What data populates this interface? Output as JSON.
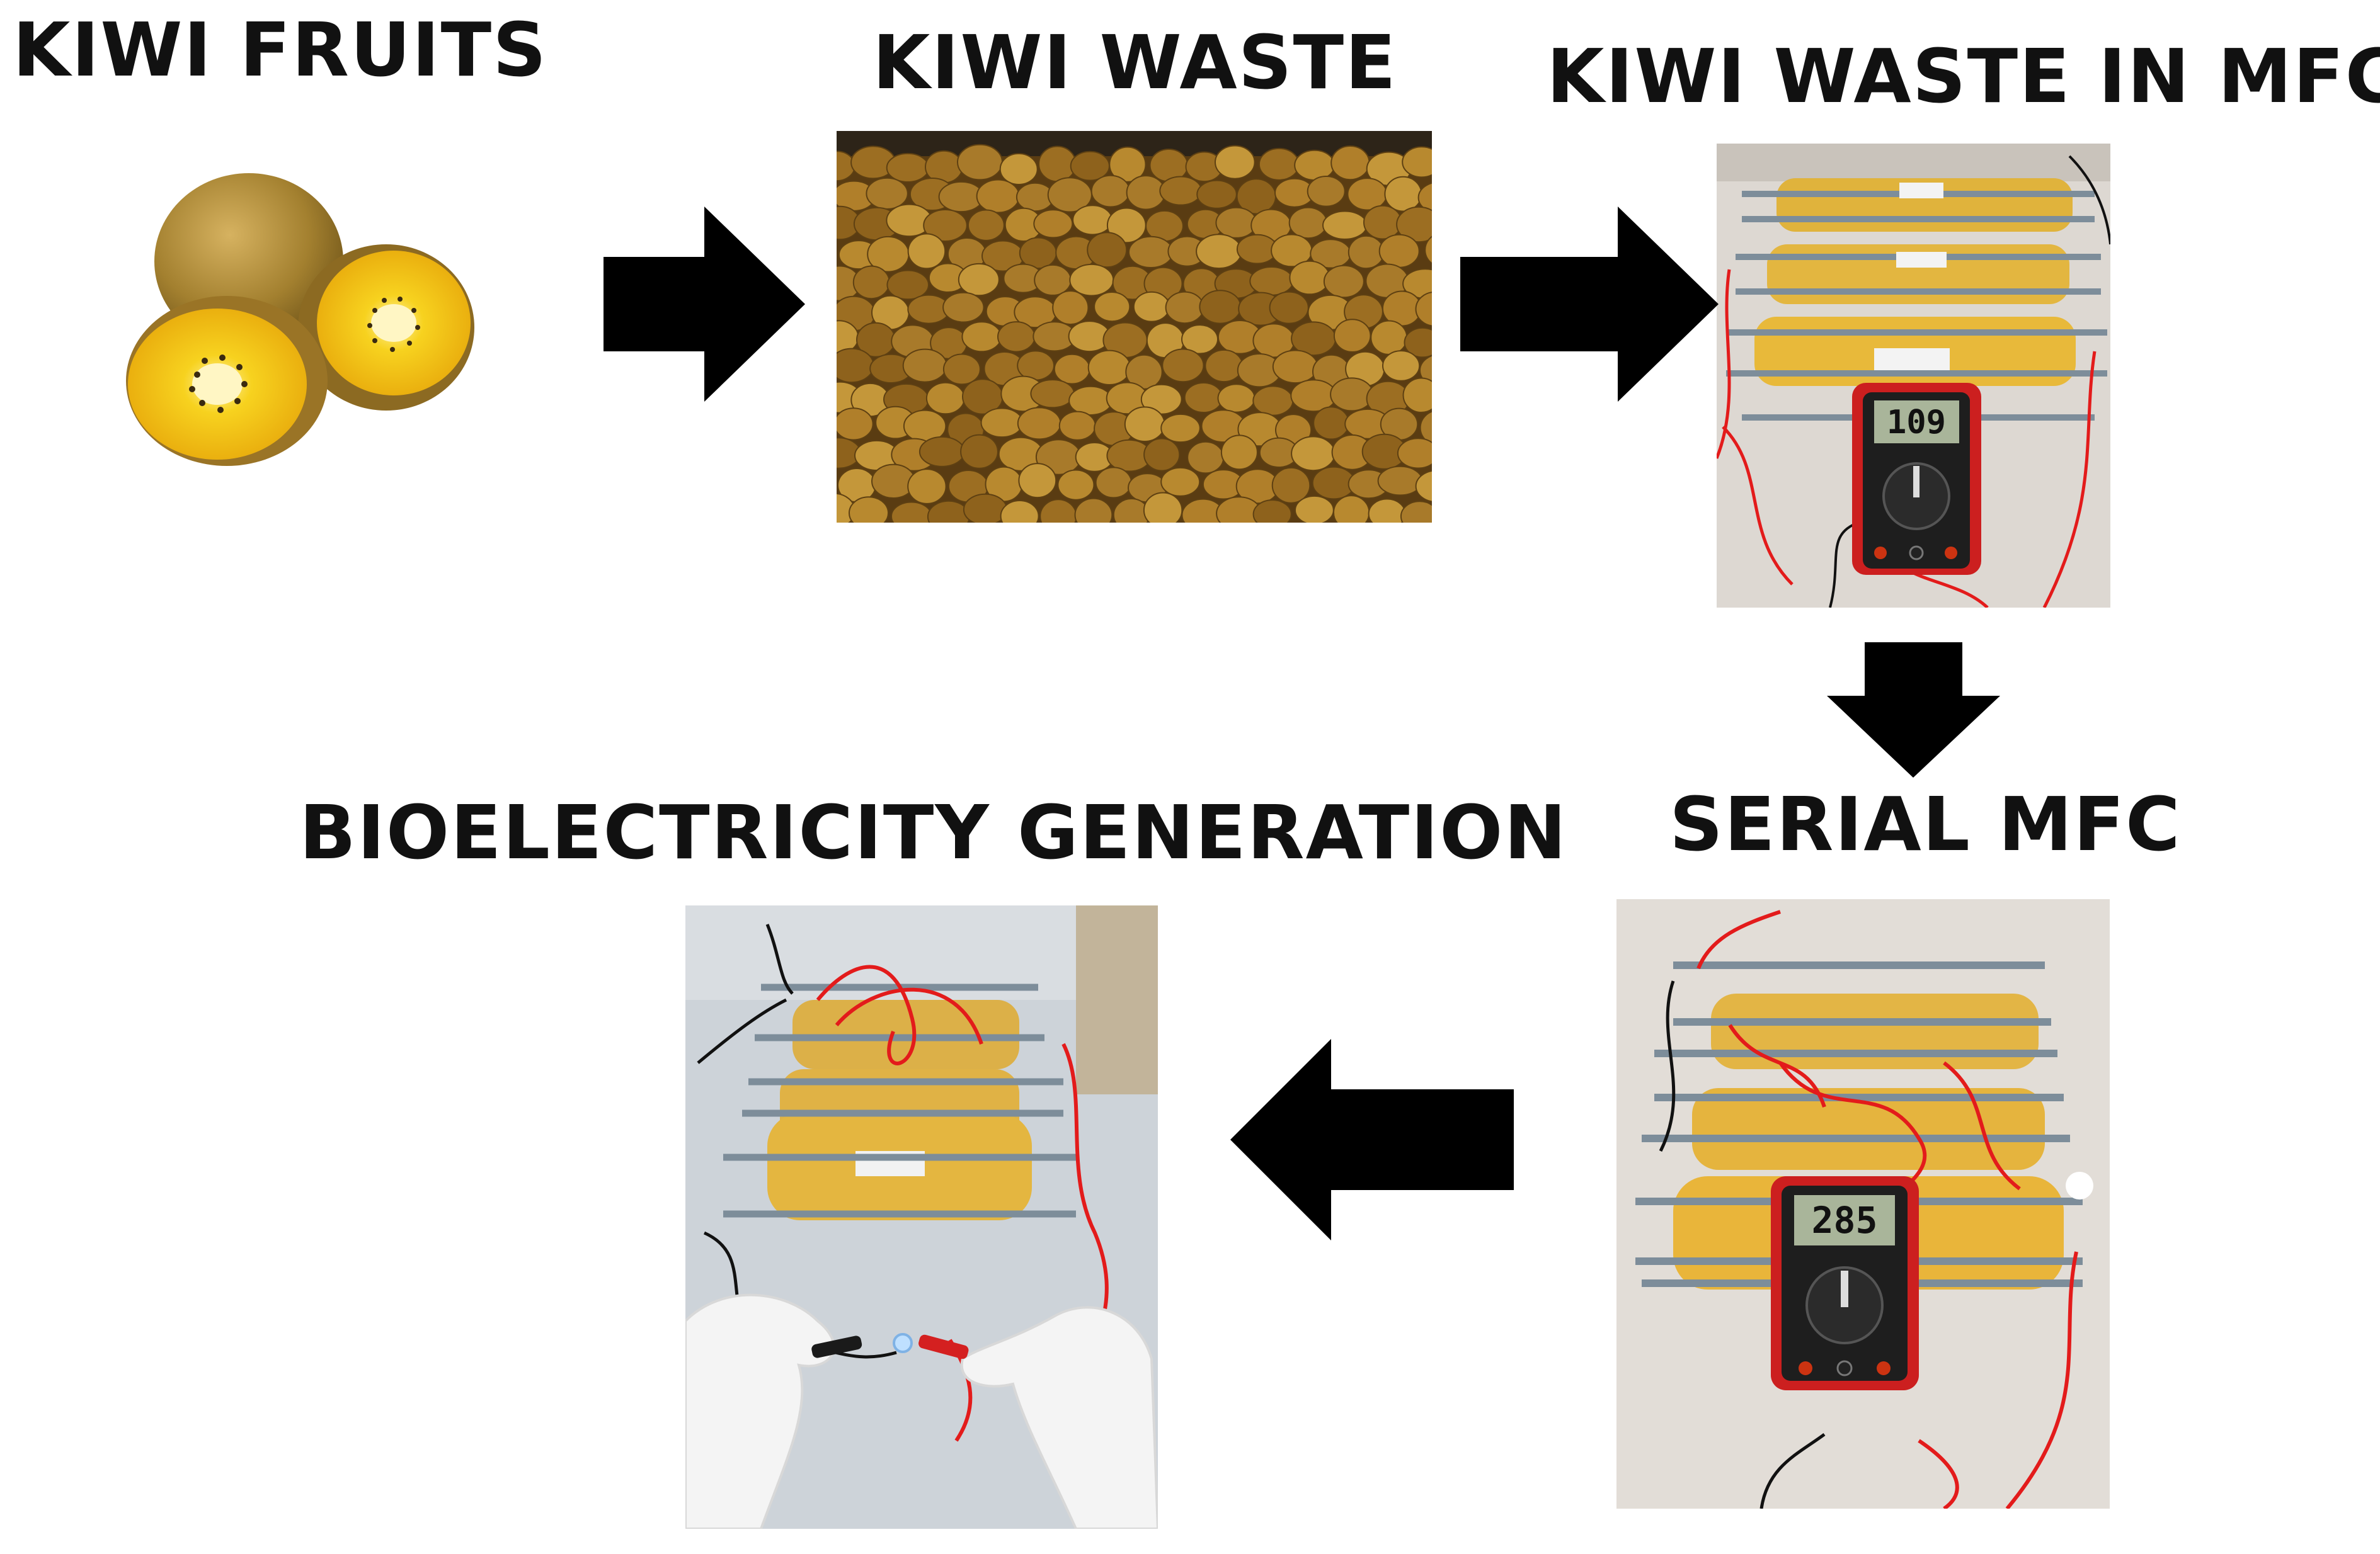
{
  "steps": {
    "kiwi_fruits": "KIWI FRUITS",
    "kiwi_waste": "KIWI WASTE",
    "kiwi_waste_in_mfc": "KIWI WASTE IN MFC",
    "serial_mfc": "SERIAL MFC",
    "bioelectricity_generation": "BIOELECTRICITY GENERATION"
  },
  "readings": {
    "mfc_multimeter": "109",
    "serial_multimeter": "285"
  },
  "colors": {
    "arrow": "#000000",
    "kiwi_skin": "#9a7a2c",
    "kiwi_flesh": "#f2c318",
    "multimeter_body": "#cc1f1f",
    "lcd": "#a9b59a",
    "wire": "#e31b1b"
  }
}
